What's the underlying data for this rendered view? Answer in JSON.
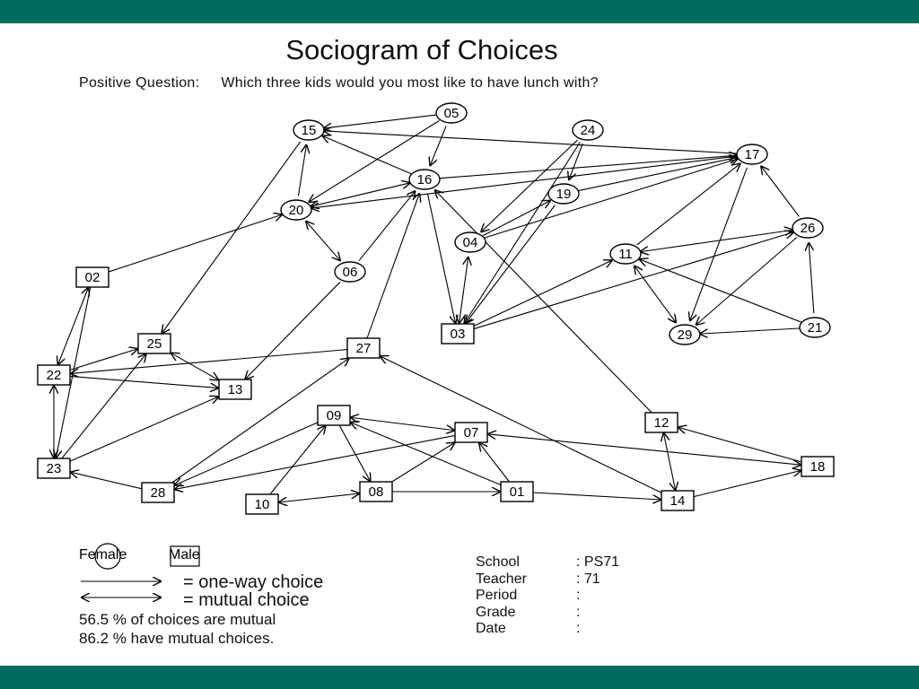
{
  "colors": {
    "band": "#006b5f",
    "ink": "#000000"
  },
  "title": "Sociogram of Choices",
  "question": {
    "label": "Positive Question:",
    "text": "Which three kids would you most like to have lunch with?"
  },
  "nodes": [
    {
      "id": "05",
      "shape": "circle"
    },
    {
      "id": "15",
      "shape": "circle"
    },
    {
      "id": "24",
      "shape": "circle"
    },
    {
      "id": "17",
      "shape": "circle"
    },
    {
      "id": "16",
      "shape": "circle"
    },
    {
      "id": "19",
      "shape": "circle"
    },
    {
      "id": "20",
      "shape": "circle"
    },
    {
      "id": "26",
      "shape": "circle"
    },
    {
      "id": "04",
      "shape": "circle"
    },
    {
      "id": "11",
      "shape": "circle"
    },
    {
      "id": "06",
      "shape": "circle"
    },
    {
      "id": "02",
      "shape": "square"
    },
    {
      "id": "03",
      "shape": "square"
    },
    {
      "id": "29",
      "shape": "circle"
    },
    {
      "id": "21",
      "shape": "circle"
    },
    {
      "id": "25",
      "shape": "square"
    },
    {
      "id": "27",
      "shape": "square"
    },
    {
      "id": "22",
      "shape": "square"
    },
    {
      "id": "13",
      "shape": "square"
    },
    {
      "id": "09",
      "shape": "square"
    },
    {
      "id": "12",
      "shape": "square"
    },
    {
      "id": "07",
      "shape": "square"
    },
    {
      "id": "23",
      "shape": "square"
    },
    {
      "id": "18",
      "shape": "square"
    },
    {
      "id": "28",
      "shape": "square"
    },
    {
      "id": "10",
      "shape": "square"
    },
    {
      "id": "08",
      "shape": "square"
    },
    {
      "id": "01",
      "shape": "square"
    },
    {
      "id": "14",
      "shape": "square"
    }
  ],
  "edges": [
    {
      "from": "05",
      "to": "15"
    },
    {
      "from": "05",
      "to": "16"
    },
    {
      "from": "05",
      "to": "20"
    },
    {
      "from": "20",
      "to": "15"
    },
    {
      "from": "15",
      "to": "25"
    },
    {
      "from": "16",
      "to": "15"
    },
    {
      "from": "17",
      "to": "15"
    },
    {
      "from": "24",
      "to": "04"
    },
    {
      "from": "24",
      "to": "03"
    },
    {
      "from": "24",
      "to": "19"
    },
    {
      "from": "19",
      "to": "03"
    },
    {
      "from": "16",
      "to": "03"
    },
    {
      "from": "04",
      "to": "03",
      "mutual": true
    },
    {
      "from": "04",
      "to": "17"
    },
    {
      "from": "04",
      "to": "19"
    },
    {
      "from": "12",
      "to": "16"
    },
    {
      "from": "17",
      "to": "20"
    },
    {
      "from": "16",
      "to": "20",
      "mutual": true
    },
    {
      "from": "20",
      "to": "06",
      "mutual": true
    },
    {
      "from": "06",
      "to": "16"
    },
    {
      "from": "06",
      "to": "13"
    },
    {
      "from": "02",
      "to": "20"
    },
    {
      "from": "02",
      "to": "22",
      "mutual": true
    },
    {
      "from": "02",
      "to": "23"
    },
    {
      "from": "22",
      "to": "23",
      "mutual": true
    },
    {
      "from": "22",
      "to": "25"
    },
    {
      "from": "22",
      "to": "13"
    },
    {
      "from": "25",
      "to": "13",
      "mutual": true
    },
    {
      "from": "23",
      "to": "25"
    },
    {
      "from": "23",
      "to": "13"
    },
    {
      "from": "27",
      "to": "22"
    },
    {
      "from": "27",
      "to": "16"
    },
    {
      "from": "28",
      "to": "27"
    },
    {
      "from": "28",
      "to": "23"
    },
    {
      "from": "09",
      "to": "28"
    },
    {
      "from": "09",
      "to": "07",
      "mutual": true
    },
    {
      "from": "09",
      "to": "08"
    },
    {
      "from": "10",
      "to": "08",
      "mutual": true
    },
    {
      "from": "10",
      "to": "09"
    },
    {
      "from": "08",
      "to": "07"
    },
    {
      "from": "08",
      "to": "01"
    },
    {
      "from": "01",
      "to": "09"
    },
    {
      "from": "01",
      "to": "07"
    },
    {
      "from": "01",
      "to": "14"
    },
    {
      "from": "14",
      "to": "27"
    },
    {
      "from": "14",
      "to": "12",
      "mutual": true
    },
    {
      "from": "14",
      "to": "18"
    },
    {
      "from": "18",
      "to": "07",
      "mutual": true
    },
    {
      "from": "18",
      "to": "12"
    },
    {
      "from": "07",
      "to": "28"
    },
    {
      "from": "03",
      "to": "11"
    },
    {
      "from": "03",
      "to": "26"
    },
    {
      "from": "11",
      "to": "17"
    },
    {
      "from": "11",
      "to": "26",
      "mutual": true
    },
    {
      "from": "11",
      "to": "29",
      "mutual": true
    },
    {
      "from": "17",
      "to": "29"
    },
    {
      "from": "26",
      "to": "17"
    },
    {
      "from": "26",
      "to": "29"
    },
    {
      "from": "21",
      "to": "29"
    },
    {
      "from": "21",
      "to": "26"
    },
    {
      "from": "21",
      "to": "11"
    },
    {
      "from": "19",
      "to": "17"
    },
    {
      "from": "16",
      "to": "17"
    }
  ],
  "legend": {
    "female_label": "Female",
    "male_label": "Male",
    "one_way": "= one-way choice",
    "mutual": "= mutual choice",
    "stat1": "56.5 % of choices are mutual",
    "stat2": "86.2 % have mutual choices."
  },
  "meta": [
    {
      "key": "School",
      "value": ": PS71"
    },
    {
      "key": "Teacher",
      "value": ": 71"
    },
    {
      "key": "Period",
      "value": ":"
    },
    {
      "key": "Grade",
      "value": ":"
    },
    {
      "key": "Date",
      "value": ":"
    }
  ]
}
